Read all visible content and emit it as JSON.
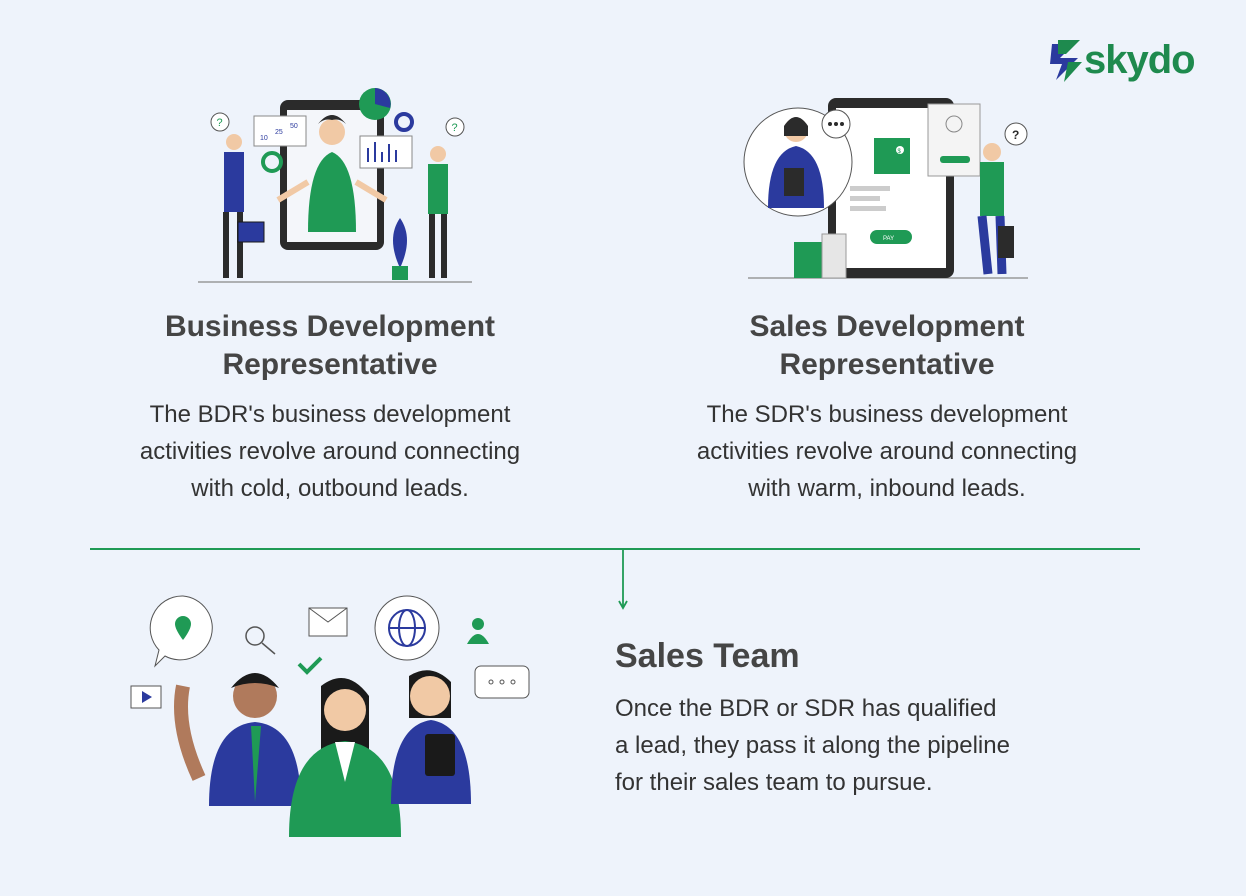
{
  "brand": {
    "name": "skydo",
    "accent": "#1e8a4e"
  },
  "sections": {
    "bdr": {
      "title_line1": "Business Development",
      "title_line2": "Representative",
      "desc_line1": "The BDR's business development",
      "desc_line2": "activities revolve around connecting",
      "desc_line3": "with cold, outbound leads."
    },
    "sdr": {
      "title_line1": "Sales Development",
      "title_line2": "Representative",
      "desc_line1": "The SDR's business development",
      "desc_line2": "activities revolve around connecting",
      "desc_line3": "with warm, inbound leads."
    },
    "sales": {
      "title": "Sales Team",
      "desc_line1": "Once the BDR or SDR has qualified",
      "desc_line2": "a lead, they pass it along the pipeline",
      "desc_line3": "for their sales team to pursue."
    }
  },
  "illustrations": {
    "bdr": {
      "chart_labels": [
        "10",
        "25",
        "50"
      ],
      "question": "?"
    },
    "sdr": {
      "badge": "$",
      "pay_label": "PAY",
      "question": "?"
    }
  },
  "colors": {
    "background": "#eef3fb",
    "green": "#1f9a55",
    "blue": "#2b3a9e",
    "dark": "#2b2b2b"
  }
}
